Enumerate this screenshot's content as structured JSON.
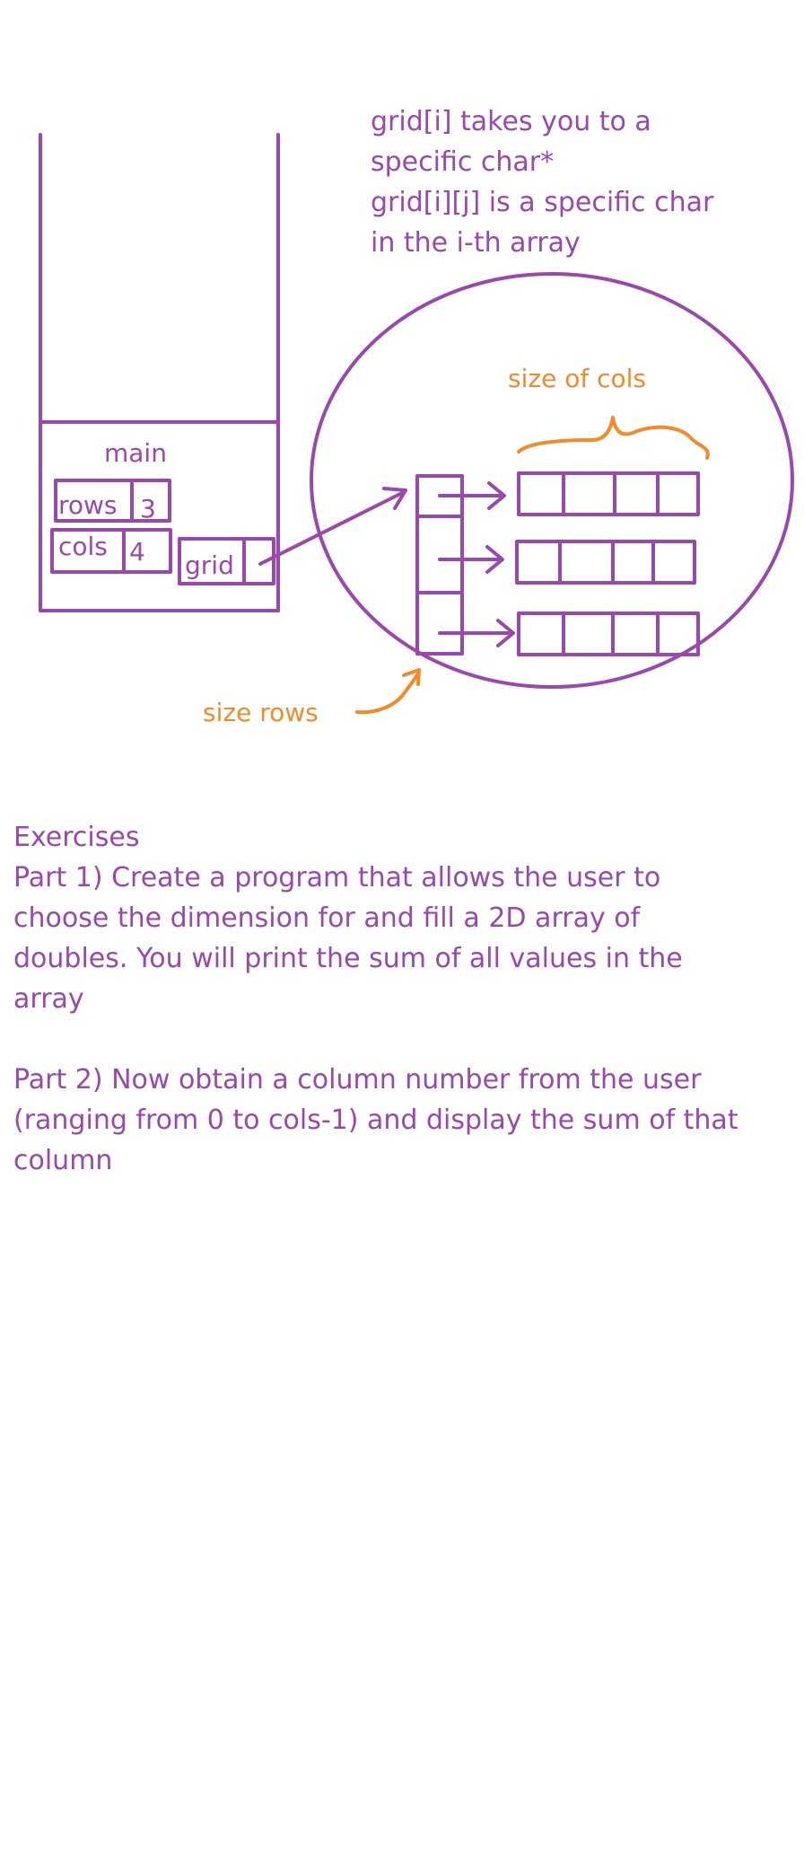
{
  "colors": {
    "ink": "#9a47b0",
    "accent": "#f58a2a",
    "background": "#ffffff"
  },
  "stack": {
    "frame_label": "main",
    "rows_name": "rows",
    "rows_value": "3",
    "cols_name": "cols",
    "cols_value": "4",
    "grid_name": "grid"
  },
  "heap": {
    "row_count": 3,
    "col_count": 4,
    "size_cols_label": "size of cols",
    "size_rows_label": "size rows"
  },
  "note": {
    "lines": [
      "grid[i] takes you to a",
      "specific char*",
      "grid[i][j] is a specific char",
      "in the i-th array"
    ]
  },
  "exercises": {
    "heading": "Exercises",
    "part1_lines": [
      "Part 1) Create a program that allows the user to",
      "choose the dimension for and fill a 2D array of",
      "doubles. You will print the sum of all values in the",
      "array"
    ],
    "part2_lines": [
      "Part 2) Now obtain a column number from the user",
      "(ranging from 0 to cols-1) and display the sum of that",
      "column"
    ]
  }
}
